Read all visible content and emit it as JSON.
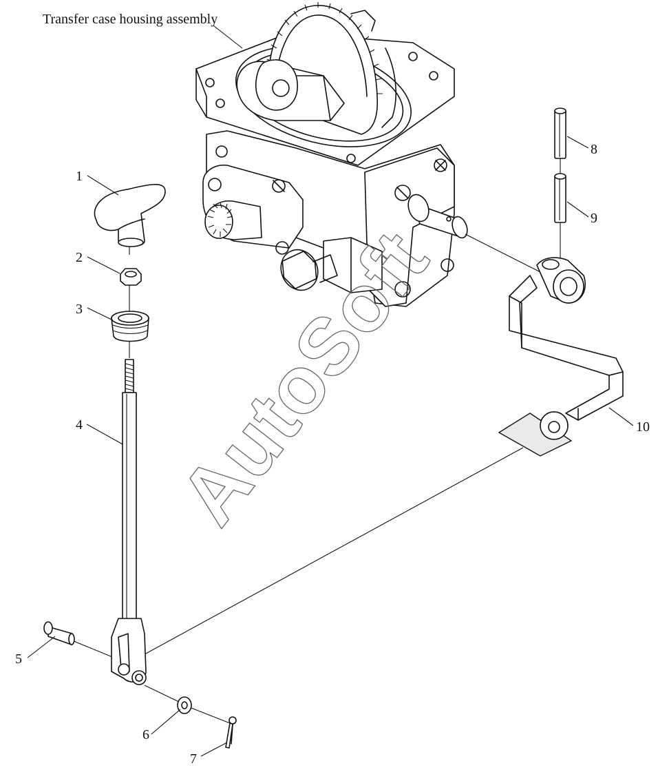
{
  "assembly_label": "Transfer case housing assembly",
  "watermark": "AutoSoft",
  "parts": [
    {
      "num": "1"
    },
    {
      "num": "2"
    },
    {
      "num": "3"
    },
    {
      "num": "4"
    },
    {
      "num": "5"
    },
    {
      "num": "6"
    },
    {
      "num": "7"
    },
    {
      "num": "8"
    },
    {
      "num": "9"
    },
    {
      "num": "10"
    }
  ]
}
